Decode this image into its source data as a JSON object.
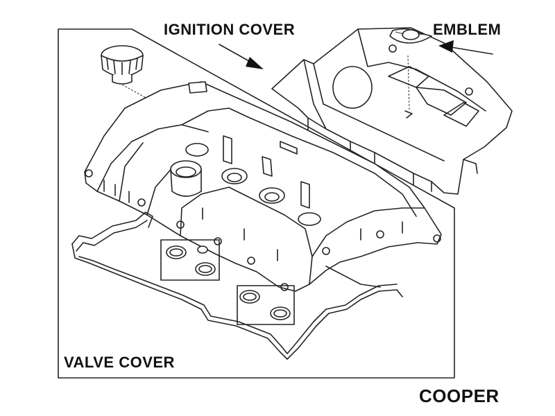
{
  "labels": {
    "ignition_cover": "IGNITION COVER",
    "emblem": "EMBLEM",
    "valve_cover": "VALVE COVER",
    "model": "COOPER"
  },
  "colors": {
    "line": "#222222",
    "background": "#ffffff"
  }
}
